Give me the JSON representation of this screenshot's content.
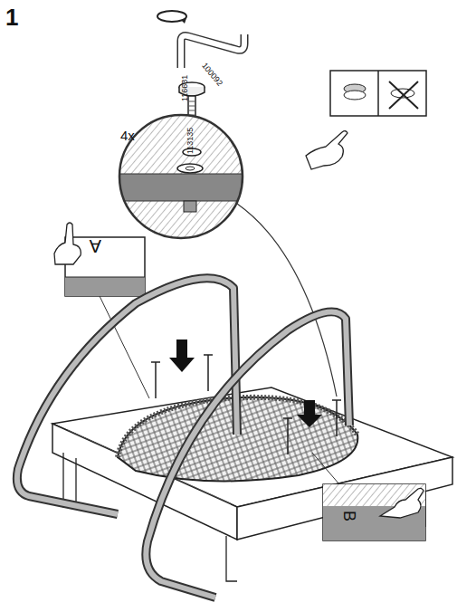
{
  "diagram": {
    "labels": [
      "1",
      "4x",
      "100092",
      "116631",
      "113135",
      "A",
      "B"
    ]
  }
}
